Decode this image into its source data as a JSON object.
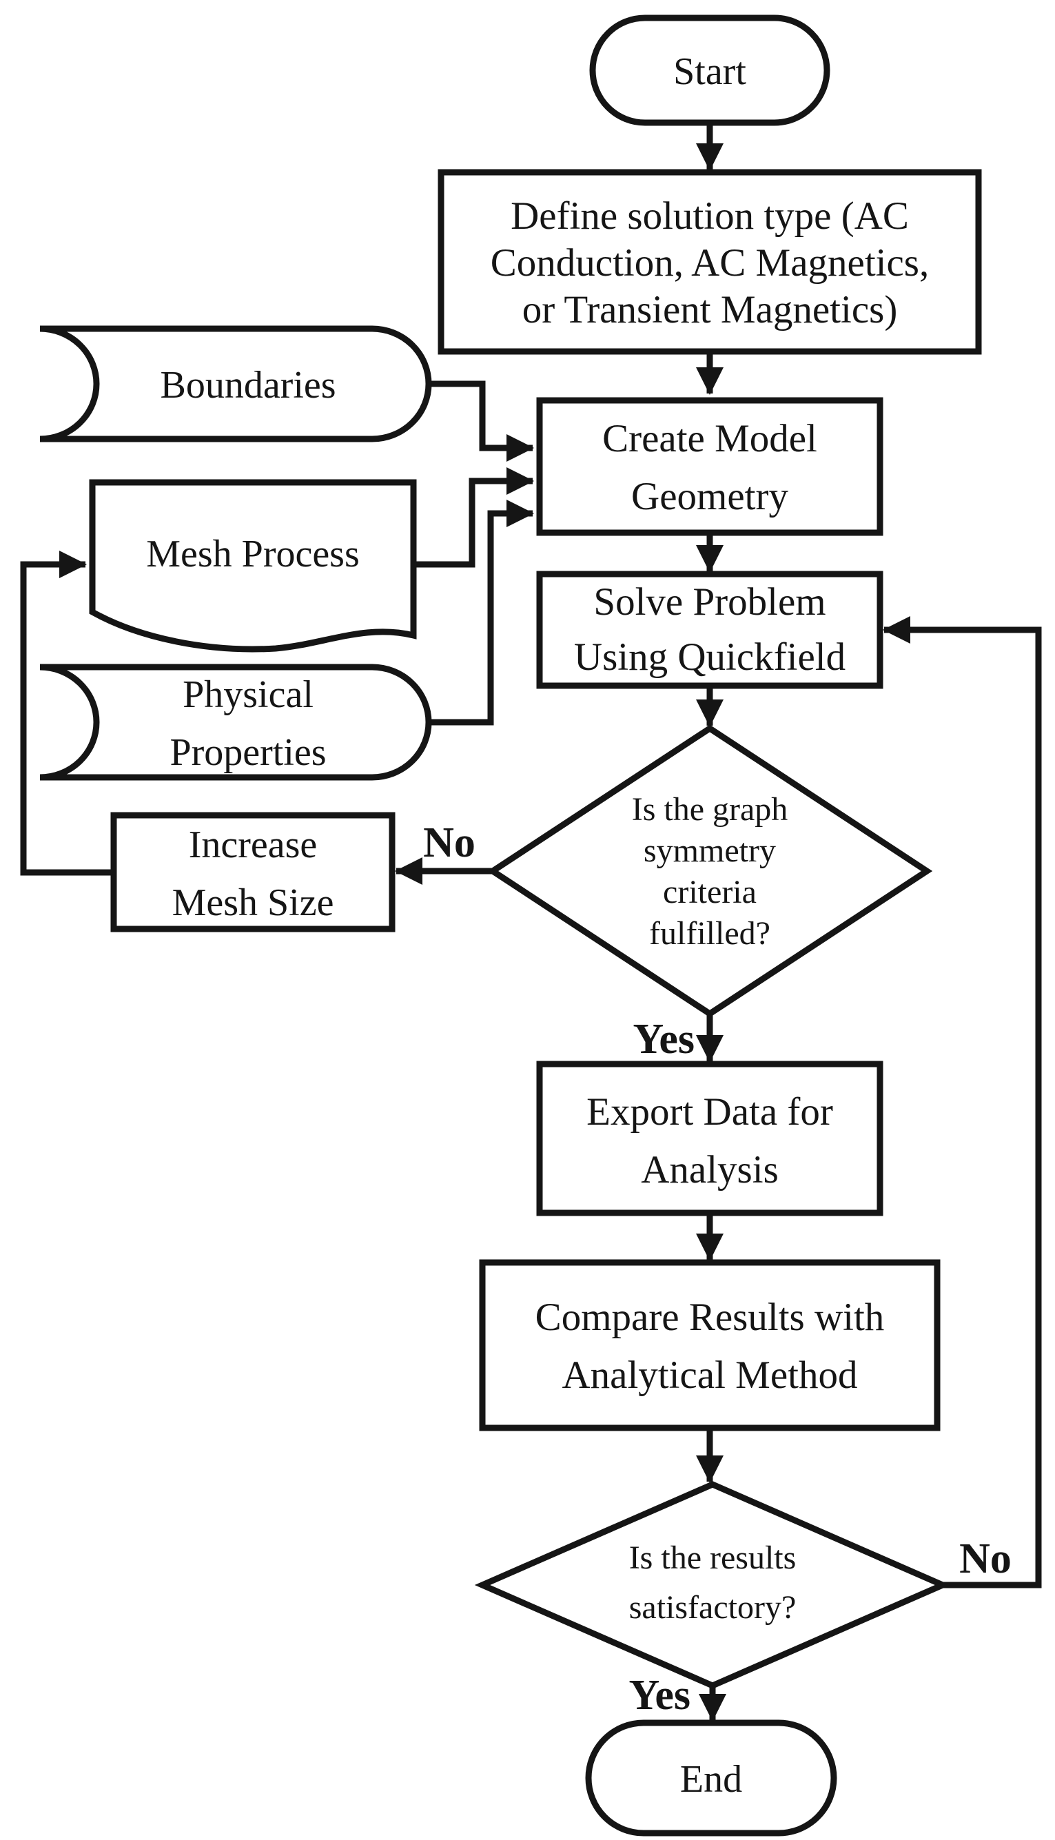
{
  "nodes": {
    "start": {
      "type": "terminator",
      "label": "Start"
    },
    "define": {
      "type": "process",
      "lines": [
        "Define solution type (AC",
        "Conduction, AC Magnetics,",
        "or Transient Magnetics)"
      ]
    },
    "boundaries": {
      "type": "stored-data",
      "label": "Boundaries"
    },
    "mesh_process": {
      "type": "document",
      "label": "Mesh Process"
    },
    "physical": {
      "type": "stored-data",
      "lines": [
        "Physical",
        "Properties"
      ]
    },
    "create": {
      "type": "process",
      "lines": [
        "Create Model",
        "Geometry"
      ]
    },
    "solve": {
      "type": "process",
      "lines": [
        "Solve Problem",
        "Using Quickfield"
      ]
    },
    "decision_symmetry": {
      "type": "decision",
      "lines": [
        "Is the graph",
        "symmetry",
        "criteria",
        "fulfilled?"
      ]
    },
    "increase": {
      "type": "process",
      "lines": [
        "Increase",
        "Mesh Size"
      ]
    },
    "export": {
      "type": "process",
      "lines": [
        "Export Data for",
        "Analysis"
      ]
    },
    "compare": {
      "type": "process",
      "lines": [
        "Compare Results with",
        "Analytical Method"
      ]
    },
    "decision_results": {
      "type": "decision",
      "lines": [
        "Is the results",
        "satisfactory?"
      ]
    },
    "end": {
      "type": "terminator",
      "label": "End"
    }
  },
  "edge_labels": {
    "symmetry_no": "No",
    "symmetry_yes": "Yes",
    "results_no": "No",
    "results_yes": "Yes"
  },
  "colors": {
    "ink": "#151515",
    "background": "#ffffff"
  }
}
